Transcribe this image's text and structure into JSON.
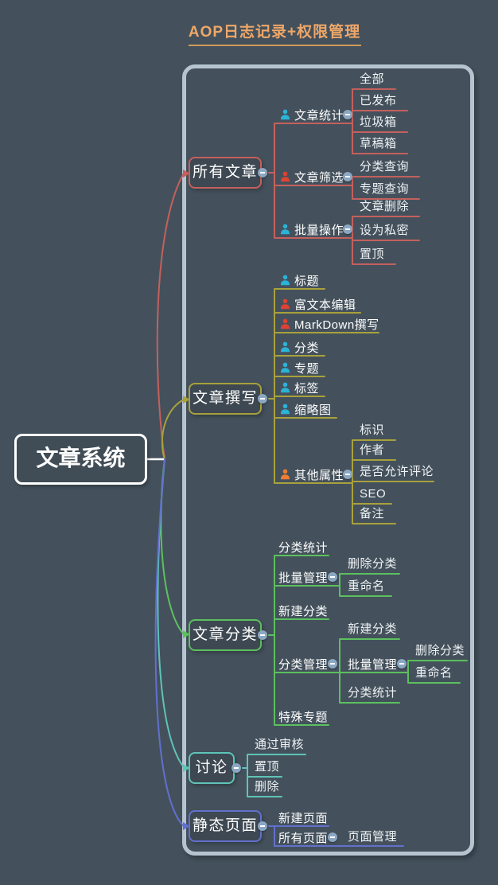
{
  "header": {
    "title": "AOP日志记录+权限管理",
    "title_color": "#efa768",
    "underline_color": "#d1995a"
  },
  "colors": {
    "background": "#44515c",
    "frame_border": "#b6c4d0",
    "collapse_button": "#8ba7c2",
    "icon_blue": "#2bb3d8",
    "icon_red": "#e04231",
    "icon_orange": "#ef7d31"
  },
  "root": {
    "label": "文章系统",
    "color": "#ffffff"
  },
  "branches": [
    {
      "label": "所有文章",
      "color": "#c4605d",
      "children": [
        {
          "label": "文章统计",
          "icon": "user-icon",
          "icon_color": "#2bb3d8",
          "children": [
            {
              "label": "全部"
            },
            {
              "label": "已发布"
            },
            {
              "label": "垃圾箱"
            },
            {
              "label": "草稿箱"
            }
          ]
        },
        {
          "label": "文章筛选",
          "icon": "user-icon",
          "icon_color": "#e04231",
          "children": [
            {
              "label": "分类查询"
            },
            {
              "label": "专题查询"
            }
          ]
        },
        {
          "label": "批量操作",
          "icon": "user-icon",
          "icon_color": "#2bb3d8",
          "children": [
            {
              "label": "文章删除"
            },
            {
              "label": "设为私密"
            },
            {
              "label": "置顶"
            }
          ]
        }
      ]
    },
    {
      "label": "文章撰写",
      "color": "#a8a13c",
      "children": [
        {
          "label": "标题",
          "icon": "user-icon",
          "icon_color": "#2bb3d8"
        },
        {
          "label": "富文本编辑",
          "icon": "user-icon",
          "icon_color": "#e04231"
        },
        {
          "label": "MarkDown撰写",
          "icon": "user-icon",
          "icon_color": "#e04231"
        },
        {
          "label": "分类",
          "icon": "user-icon",
          "icon_color": "#2bb3d8"
        },
        {
          "label": "专题",
          "icon": "user-icon",
          "icon_color": "#2bb3d8"
        },
        {
          "label": "标签",
          "icon": "user-icon",
          "icon_color": "#2bb3d8"
        },
        {
          "label": "缩略图",
          "icon": "user-icon",
          "icon_color": "#2bb3d8"
        },
        {
          "label": "其他属性",
          "icon": "user-icon",
          "icon_color": "#ef7d31",
          "children": [
            {
              "label": "标识"
            },
            {
              "label": "作者"
            },
            {
              "label": "是否允许评论"
            },
            {
              "label": "SEO"
            },
            {
              "label": "备注"
            }
          ]
        }
      ]
    },
    {
      "label": "文章分类",
      "color": "#5cc05e",
      "children": [
        {
          "label": "分类统计"
        },
        {
          "label": "批量管理",
          "children": [
            {
              "label": "删除分类"
            },
            {
              "label": "重命名"
            }
          ]
        },
        {
          "label": "新建分类"
        },
        {
          "label": "分类管理",
          "children": [
            {
              "label": "新建分类"
            },
            {
              "label": "批量管理",
              "children": [
                {
                  "label": "删除分类"
                },
                {
                  "label": "重命名"
                }
              ]
            },
            {
              "label": "分类统计"
            }
          ]
        },
        {
          "label": "特殊专题"
        }
      ]
    },
    {
      "label": "讨论",
      "color": "#5fc4b7",
      "children": [
        {
          "label": "通过审核"
        },
        {
          "label": "置顶"
        },
        {
          "label": "删除"
        }
      ]
    },
    {
      "label": "静态页面",
      "color": "#6270cd",
      "children": [
        {
          "label": "新建页面"
        },
        {
          "label": "所有页面",
          "children": [
            {
              "label": "页面管理"
            }
          ]
        }
      ]
    }
  ]
}
